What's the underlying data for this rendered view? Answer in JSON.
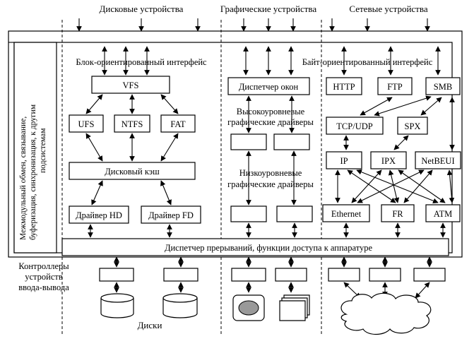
{
  "header": {
    "disk_devices": "Дисковые устройства",
    "graphic_devices": "Графические устройства",
    "network_devices": "Сетевые устройства"
  },
  "side_panel": {
    "line1": "Межмодульный обмен, связывание,",
    "line2": "буферизация, синхронизация, к другим",
    "line3": "подсистемам"
  },
  "disk": {
    "interface": "Блок-ориентированный интерфейс",
    "vfs": "VFS",
    "ufs": "UFS",
    "ntfs": "NTFS",
    "fat": "FAT",
    "cache": "Дисковый кэш",
    "driver_hd": "Драйвер HD",
    "driver_fd": "Драйвер FD",
    "disks": "Диски"
  },
  "graphics": {
    "window_manager": "Диспетчер окон",
    "high_level_1": "Высокоуровневые",
    "high_level_2": "графические драйверы",
    "low_level_1": "Низкоуровневые",
    "low_level_2": "графические драйверы"
  },
  "network": {
    "interface": "Байт-ориентированный интерфейс",
    "http": "HTTP",
    "ftp": "FTP",
    "smb": "SMB",
    "tcpudp": "TCP/UDP",
    "spx": "SPX",
    "ip": "IP",
    "ipx": "IPX",
    "netbeui": "NetBEUI",
    "ethernet": "Ethernet",
    "fr": "FR",
    "atm": "ATM"
  },
  "bottom": {
    "interrupt_manager": "Диспетчер прерываний, функции доступа к аппаратуре",
    "controllers_1": "Контроллеры",
    "controllers_2": "устройств",
    "controllers_3": "ввода-вывода"
  }
}
